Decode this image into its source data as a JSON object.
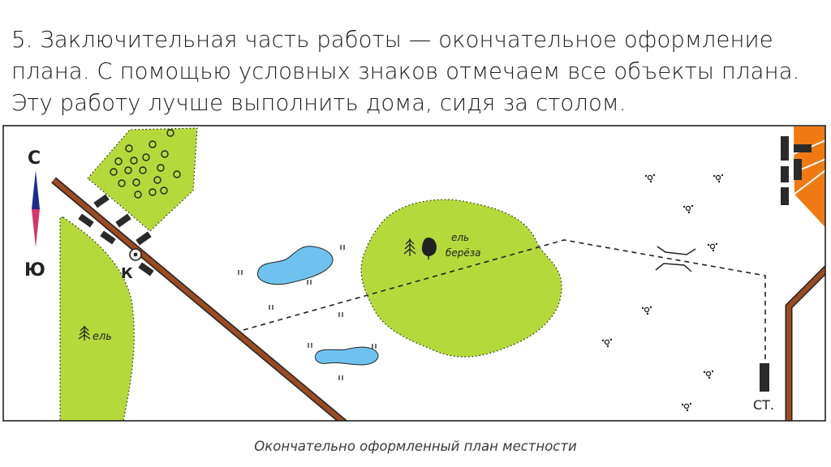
{
  "slide": {
    "title_lines": [
      "5. Заключительная часть работы — окончательное оформление",
      "плана. С помощью условных знаков отмечаем все объекты плана.",
      "Эту работу лучше выполнить дома, сидя за столом."
    ],
    "caption": "Окончательно оформленный план местности"
  },
  "map": {
    "compass": {
      "north": "С",
      "south": "Ю"
    },
    "labels": {
      "well": "К",
      "forest_left": "ель",
      "forest_center_1": "ель",
      "forest_center_2": "берёза",
      "station": "СТ."
    },
    "colors": {
      "vegetation": "#b5d93b",
      "water": "#6ec3ee",
      "road": "#9b4a22",
      "town": "#f07a12",
      "building": "#2a2a2a",
      "compass_north": "#1c2b8c",
      "compass_south": "#d6336c"
    }
  }
}
